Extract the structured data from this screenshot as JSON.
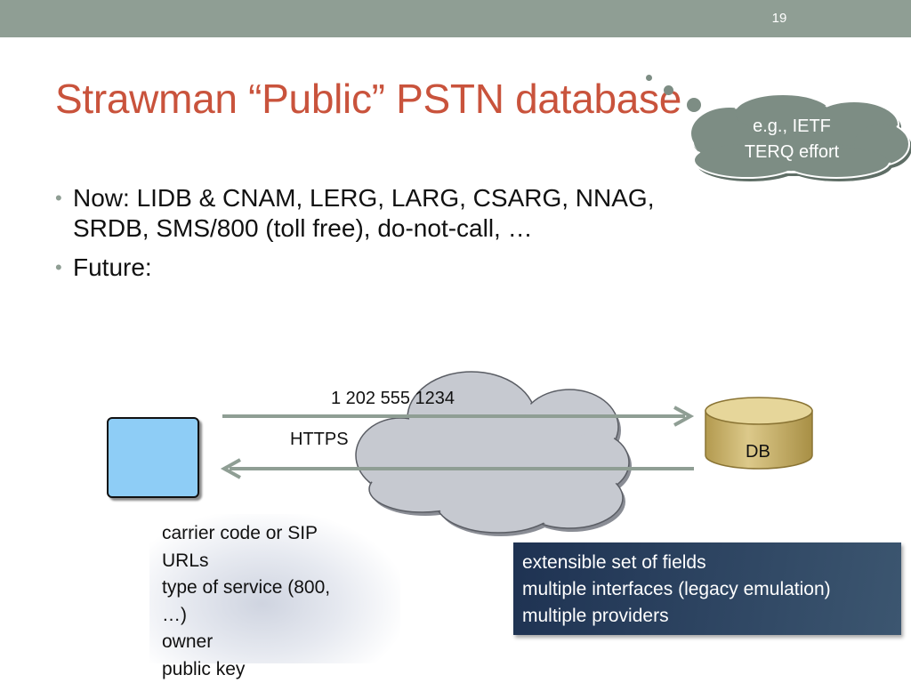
{
  "slide_number": "19",
  "title": "Strawman “Public” PSTN database",
  "callout": {
    "line1": "e.g., IETF",
    "line2": "TERQ effort"
  },
  "bullets": [
    {
      "line1": "Now: LIDB & CNAM, LERG, LARG, CSARG, NNAG,",
      "line2": "SRDB, SMS/800 (toll free), do-not-call, …"
    },
    {
      "line1": "Future:"
    }
  ],
  "diagram": {
    "phone_number": "1 202 555 1234",
    "protocol": "HTTPS",
    "db_label": "DB",
    "response_fields": [
      "carrier code or SIP",
      "URLs",
      "type of service (800,",
      "…)",
      "owner",
      "public key"
    ],
    "db_features": [
      "extensible set of fields",
      "multiple interfaces (legacy emulation)",
      "multiple providers"
    ]
  },
  "colors": {
    "title": "#c9533c",
    "top_bar": "#8f9e94",
    "callout_cloud": "#7d8d84",
    "network_cloud": "#c6c9d0",
    "arrow": "#8f9e94",
    "db_cylinder": "#d7c37e",
    "phone_fill": "#8ecdf6",
    "info_box": "#2c4562"
  },
  "icons": {
    "bullet": "•",
    "phone": "sip-phone-icon",
    "database": "database-cylinder-icon",
    "network": "network-cloud-icon"
  }
}
